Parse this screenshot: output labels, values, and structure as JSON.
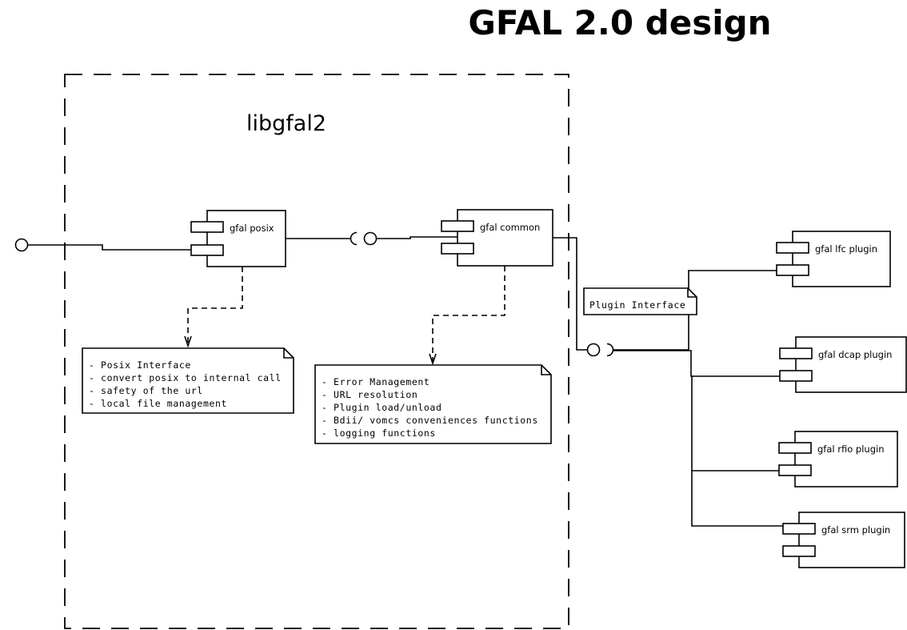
{
  "title": "GFAL 2.0 design",
  "package": {
    "label": "libgfal2"
  },
  "components": {
    "posix": "gfal posix",
    "common": "gfal common",
    "lfc": "gfal lfc plugin",
    "dcap": "gfal dcap plugin",
    "rfio": "gfal rfio plugin",
    "srm": "gfal srm plugin"
  },
  "notes": {
    "posix": [
      "- Posix Interface",
      "- convert posix to internal call",
      "- safety of the url",
      "- local file management"
    ],
    "common": [
      "- Error Management",
      "- URL resolution",
      "- Plugin load/unload",
      "- Bdii/ vomcs conveniences functions",
      "- logging functions"
    ],
    "plugin_interface": "Plugin Interface"
  }
}
